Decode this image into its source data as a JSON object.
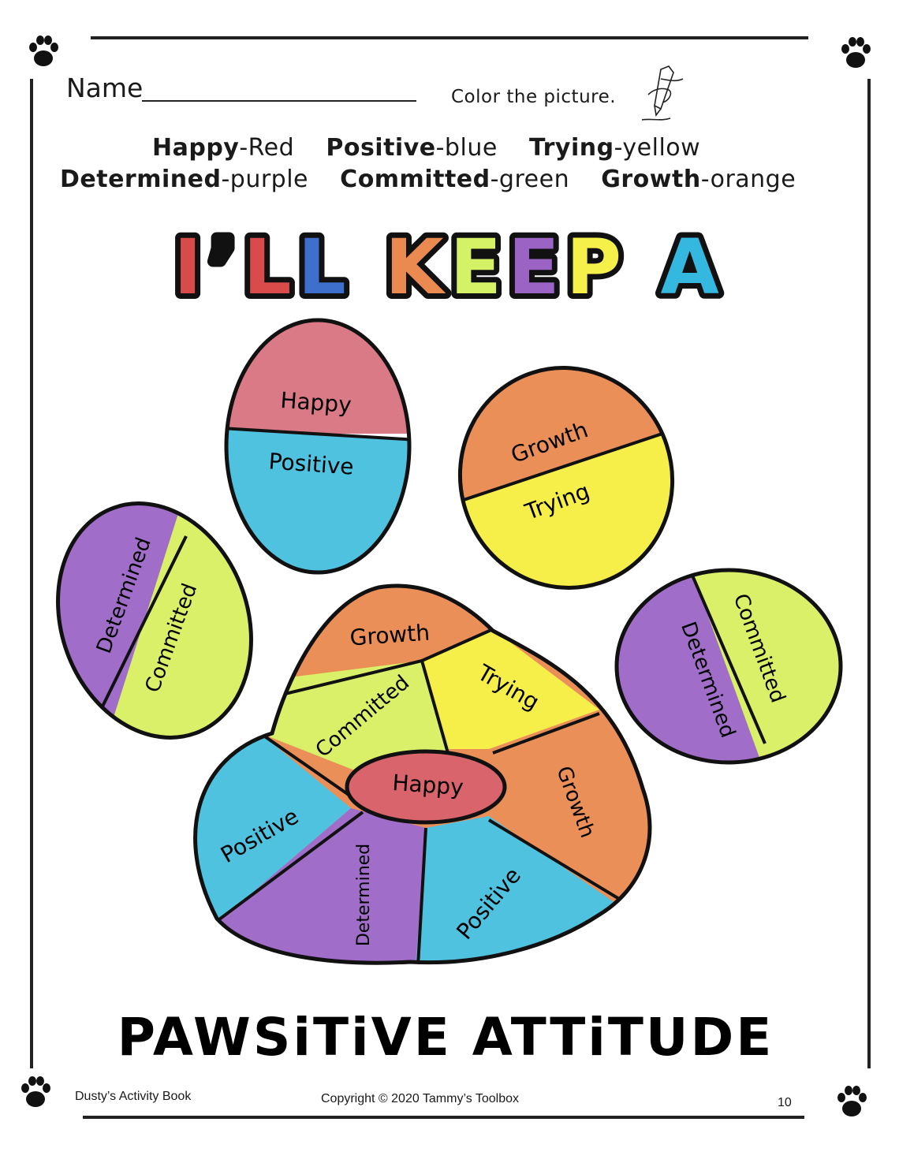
{
  "header": {
    "name_label": "Name",
    "instruction": "Color the picture."
  },
  "color_key": [
    {
      "word": "Happy",
      "color_name": "-Red",
      "hex": "#d9545c"
    },
    {
      "word": "Positive",
      "color_name": "-blue",
      "hex": "#34b8df"
    },
    {
      "word": "Trying",
      "color_name": "-yellow",
      "hex": "#f6f04a"
    },
    {
      "word": "Determined",
      "color_name": "-purple",
      "hex": "#9a63c4"
    },
    {
      "word": "Committed",
      "color_name": "-green",
      "hex": "#d5f165"
    },
    {
      "word": "Growth",
      "color_name": "-orange",
      "hex": "#ea8a50"
    }
  ],
  "title_top": "I’LL KEEP A",
  "title_letter_colors": [
    "#d94a4a",
    "#d94a4a",
    "#3f6fcc",
    "#ea8a50",
    "#d5f165",
    "#9a63c4",
    "#f6f04a",
    "#34b8df",
    "#e37a9a"
  ],
  "title_bottom": "PAWSiTiVE ATTiTUDE",
  "toe_labels": {
    "toe1_top": "Happy",
    "toe1_bottom": "Positive",
    "toe2_top": "Growth",
    "toe2_bottom": "Trying",
    "toe3_left": "Determined",
    "toe3_right": "Committed",
    "toe4_left": "Determined",
    "toe4_right": "Committed"
  },
  "pad_labels": {
    "top": "Growth",
    "committed": "Committed",
    "trying": "Trying",
    "center": "Happy",
    "growth_right": "Growth",
    "positive_left": "Positive",
    "determined": "Determined",
    "positive_bottom": "Positive"
  },
  "footer": {
    "book": "Dusty’s Activity Book",
    "copyright": "Copyright © 2020 Tammy’s Toolbox",
    "page_number": "10"
  }
}
